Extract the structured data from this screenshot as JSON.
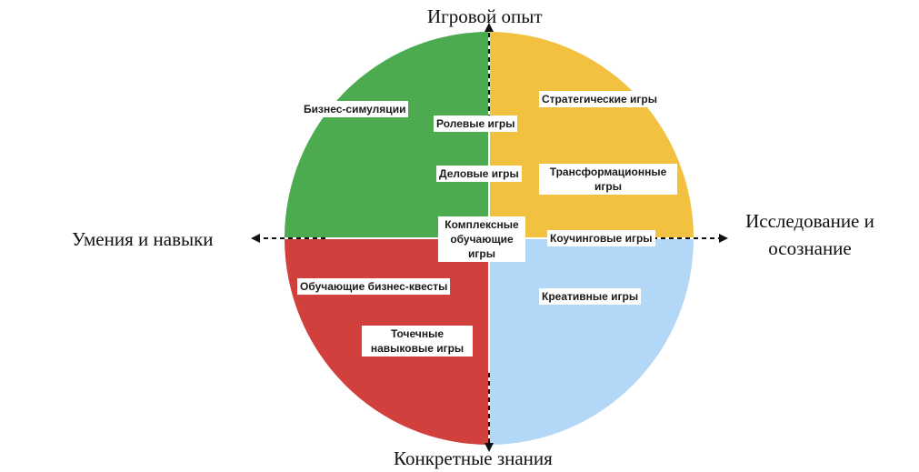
{
  "axes": {
    "top": "Игровой опыт",
    "bottom": "Конкретные знания",
    "left": "Умения и навыки",
    "right": "Исследование и осознание"
  },
  "quadrants": {
    "top_left": {
      "color": "#4caa4f"
    },
    "top_right": {
      "color": "#f1c13f"
    },
    "bottom_left": {
      "color": "#d1403d"
    },
    "bottom_right": {
      "color": "#b3d7f6"
    }
  },
  "labels": {
    "business_simulations": "Бизнес-симуляции",
    "role_games": "Ролевые игры",
    "business_games": "Деловые игры",
    "complex_learning_games": "Комплексные обучающие игры",
    "strategic_games": "Стратегические игры",
    "transformational_games": "Трансформационные игры",
    "coaching_games": "Коучинговые игры",
    "learning_business_quests": "Обучающие бизнес-квесты",
    "point_skill_games": "Точечные навыковые игры",
    "creative_games": "Креативные игры"
  }
}
